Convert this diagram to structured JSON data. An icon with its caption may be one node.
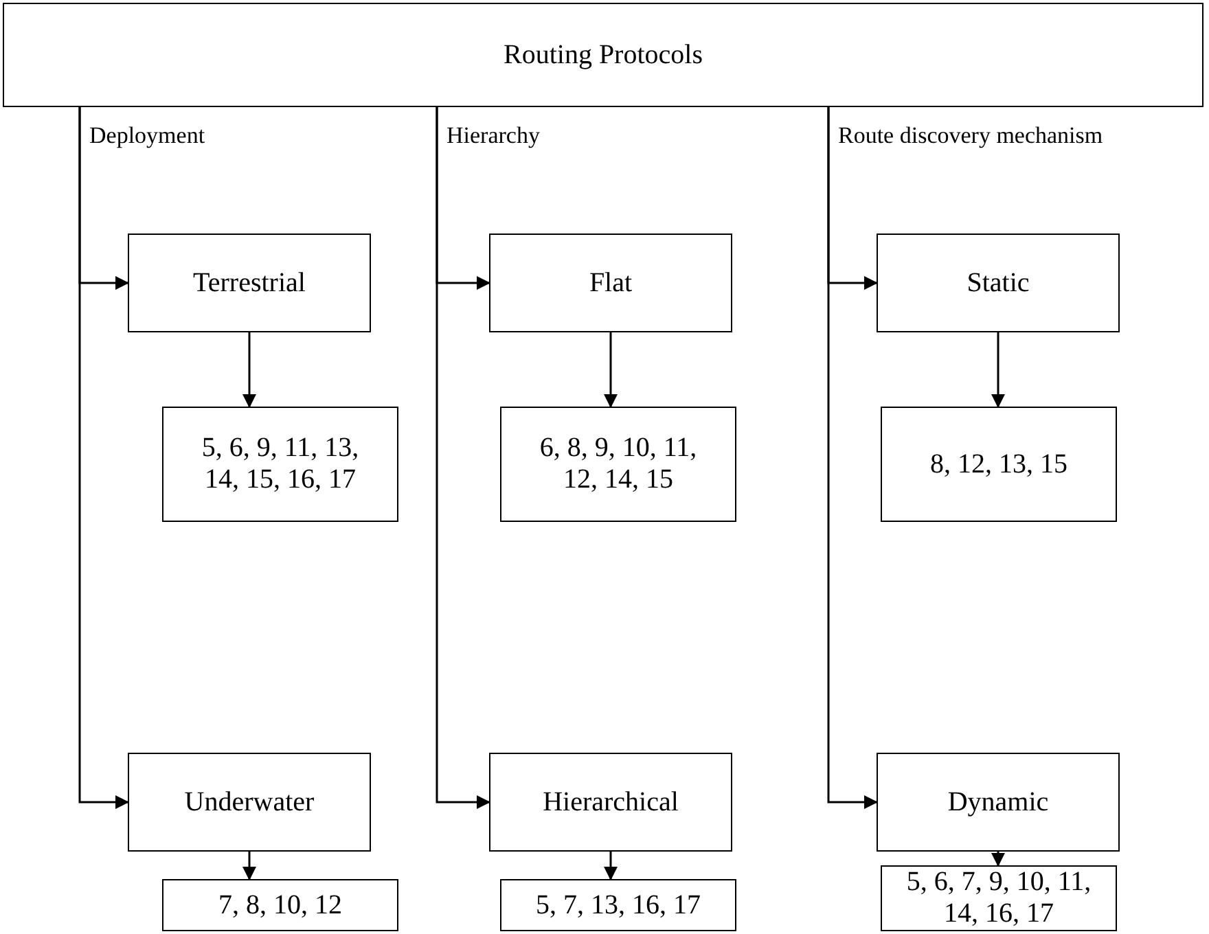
{
  "diagram": {
    "nodes": [
      {
        "text": [
          "Routing Protocols"
        ]
      },
      {
        "text": [
          "Terrestrial"
        ]
      },
      {
        "text": [
          "5, 6, 9, 11, 13, 14, 15, 16, 17"
        ]
      },
      {
        "text": [
          "Underwater"
        ]
      },
      {
        "text": [
          "7, 8, 10, 12"
        ]
      },
      {
        "text": [
          "Flat"
        ]
      },
      {
        "text": [
          "6, 8, 9, 10, 11, 12, 14, 15"
        ]
      },
      {
        "text": [
          "Hierarchical"
        ]
      },
      {
        "text": [
          "5, 7, 13, 16, 17"
        ]
      },
      {
        "text": [
          "Static"
        ]
      },
      {
        "text": [
          "8, 12, 13, 15"
        ]
      },
      {
        "text": [
          "Dynamic"
        ]
      },
      {
        "text": [
          "5, 6, 7, 9, 10, 11, 14, 16, 17"
        ]
      }
    ],
    "edges": [
      {
        "from": 0,
        "to": 1,
        "arrow": "to"
      },
      {
        "from": 0,
        "to": 3,
        "arrow": "to"
      },
      {
        "from": 1,
        "to": 2,
        "arrow": "to"
      },
      {
        "from": 3,
        "to": 4,
        "arrow": "to"
      },
      {
        "from": 0,
        "to": 5,
        "arrow": "to"
      },
      {
        "from": 0,
        "to": 7,
        "arrow": "to"
      },
      {
        "from": 5,
        "to": 6,
        "arrow": "to"
      },
      {
        "from": 7,
        "to": 8,
        "arrow": "to"
      },
      {
        "from": 0,
        "to": 9,
        "arrow": "to"
      },
      {
        "from": 0,
        "to": 11,
        "arrow": "to"
      },
      {
        "from": 9,
        "to": 10,
        "arrow": "to"
      },
      {
        "from": 11,
        "to": 12,
        "arrow": "to"
      }
    ],
    "labels": [
      "Deployment",
      "Hierarchy",
      "Route discovery mechanism"
    ]
  }
}
